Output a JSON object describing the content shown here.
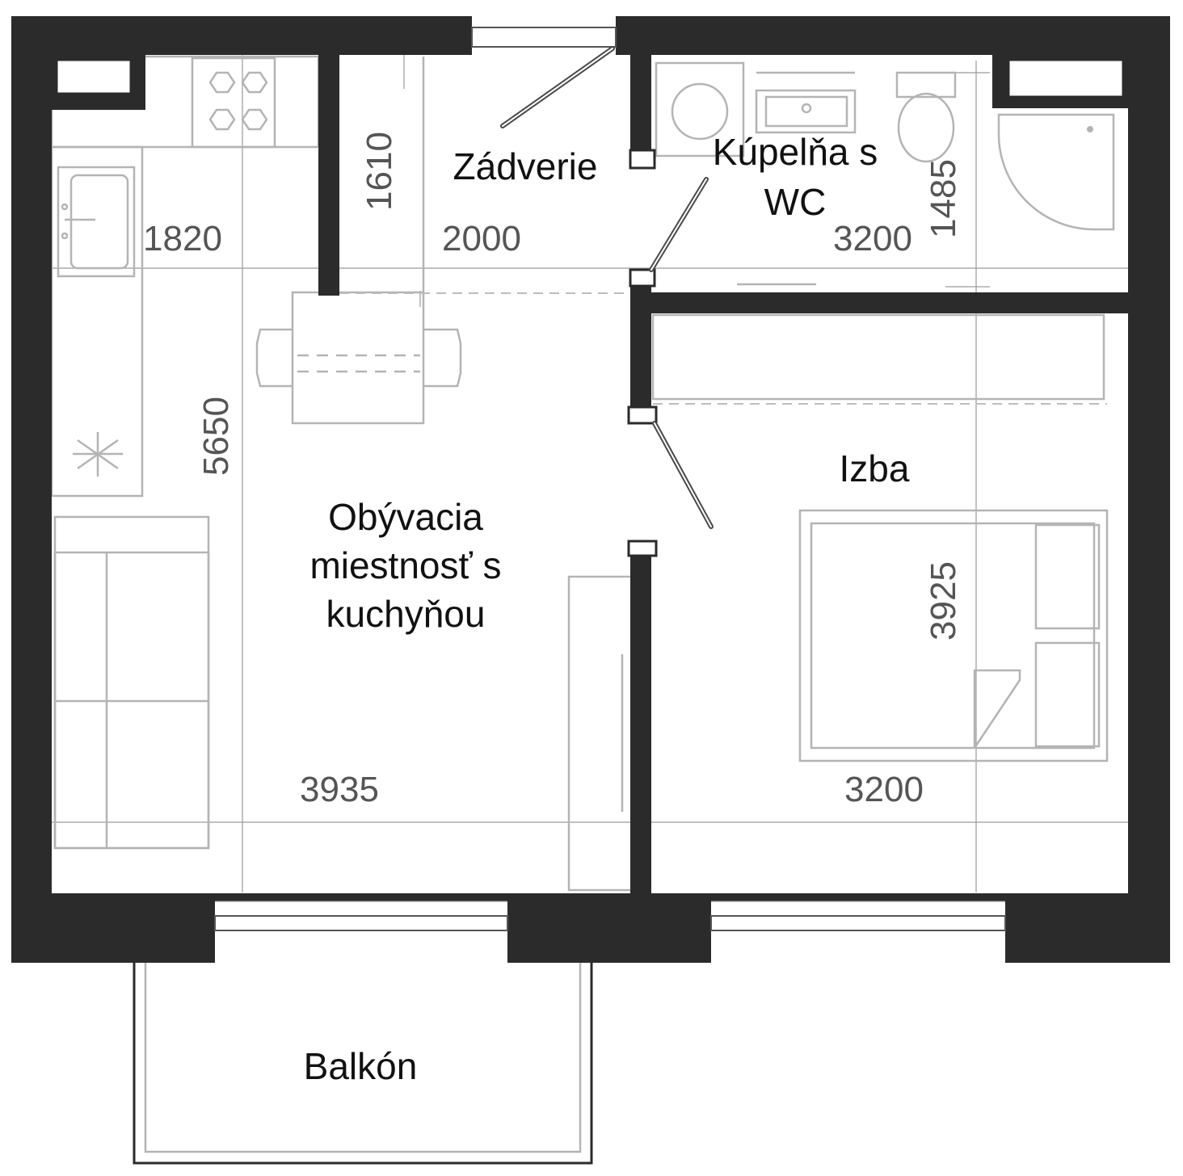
{
  "rooms": {
    "vestibule": "Zádverie",
    "bathroom_line1": "Kúpelňa s",
    "bathroom_line2": "WC",
    "living_line1": "Obývacia",
    "living_line2": "miestnosť s",
    "living_line3": "kuchyňou",
    "bedroom": "Izba",
    "balcony": "Balkón"
  },
  "dimensions": {
    "kitchen_width": "1820",
    "vestibule_width": "2000",
    "vestibule_depth": "1610",
    "bathroom_width": "3200",
    "bathroom_depth": "1485",
    "living_depth": "5650",
    "bedroom_depth": "3925",
    "living_width": "3935",
    "bedroom_width": "3200"
  },
  "colors": {
    "wall": "#2b2b2b",
    "furniture": "#b4b4b4",
    "text": "#111111",
    "dimension_text": "#555555"
  }
}
